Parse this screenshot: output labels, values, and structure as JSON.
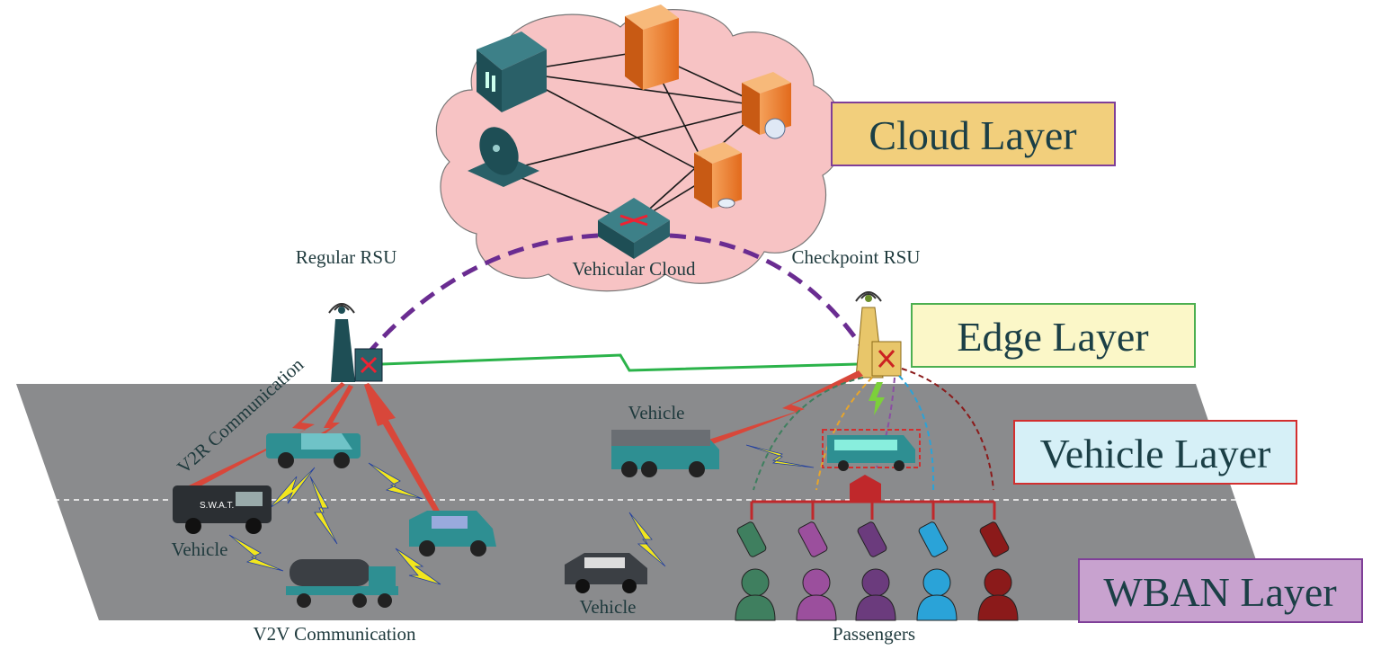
{
  "layers": [
    {
      "id": "cloud",
      "label": "Cloud Layer",
      "fill": "#f2cf7c",
      "stroke": "#7f3f98"
    },
    {
      "id": "edge",
      "label": "Edge Layer",
      "fill": "#fbf7c8",
      "stroke": "#4caf50"
    },
    {
      "id": "vehicle",
      "label": "Vehicle Layer",
      "fill": "#d6f0f7",
      "stroke": "#d32f2f"
    },
    {
      "id": "wban",
      "label": "WBAN Layer",
      "fill": "#c8a2cf",
      "stroke": "#7f3f98"
    }
  ],
  "labels": {
    "regular_rsu": "Regular RSU",
    "checkpoint_rsu": "Checkpoint RSU",
    "vehicular_cloud": "Vehicular Cloud",
    "v2r": "V2R Communication",
    "v2v": "V2V Communication",
    "vehicle_a": "Vehicle",
    "vehicle_b": "Vehicle",
    "vehicle_c": "Vehicle",
    "passengers": "Passengers",
    "swat": "S.W.A.T."
  },
  "colors": {
    "road": "#8a8b8d",
    "cloud": "#f7c3c4",
    "vehicle_teal": "#2e8f92",
    "rsu_dark": "#1e4e55",
    "rsu_gold": "#e8c66a",
    "purple_link": "#6a2c91",
    "green_link": "#2bb34a",
    "red_bolt": "#d8473a",
    "yellow_bolt": "#f2e61d"
  },
  "passengers": [
    {
      "color": "#3f7f5f"
    },
    {
      "color": "#9b4f9d"
    },
    {
      "color": "#6b3b7d"
    },
    {
      "color": "#2aa3d8"
    },
    {
      "color": "#8b1a1a"
    }
  ]
}
